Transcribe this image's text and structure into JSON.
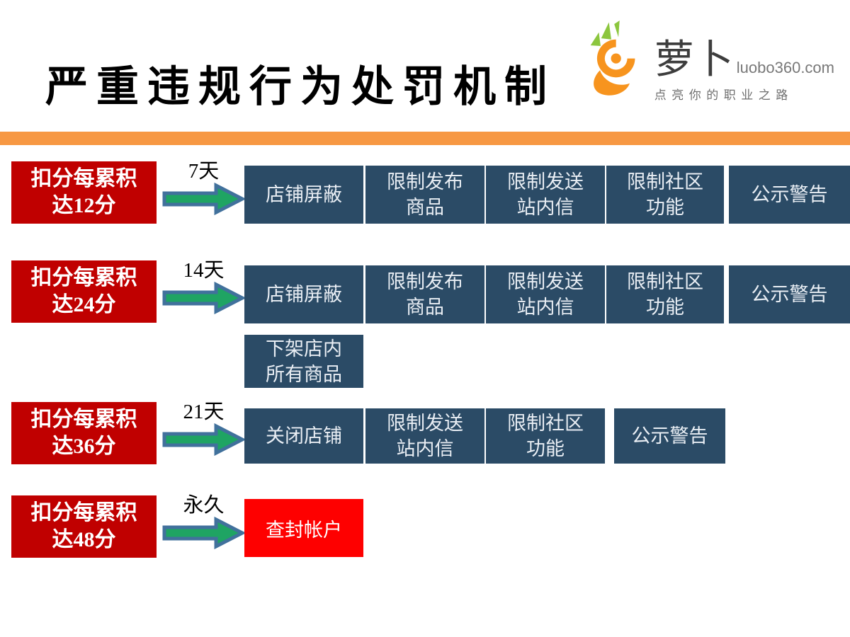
{
  "title": "严重违规行为处罚机制",
  "logo": {
    "brand": "萝卜",
    "domain": "luobo360.com",
    "slogan": "点亮你的职业之路"
  },
  "colors": {
    "accent_orange": "#F79843",
    "trigger_red": "#C00000",
    "penalty_blue": "#2B4B66",
    "final_red": "#FE0000",
    "arrow_green": "#1FA463",
    "arrow_border": "#41719C",
    "logo_orange": "#F7941E",
    "logo_green": "#8CC63E"
  },
  "rows": [
    {
      "trigger_line1": "扣分每累积",
      "trigger_line2": "达12分",
      "duration": "7天",
      "penalties": [
        {
          "line1": "店铺屏蔽",
          "line2": ""
        },
        {
          "line1": "限制发布",
          "line2": "商品"
        },
        {
          "line1": "限制发送",
          "line2": "站内信"
        },
        {
          "line1": "限制社区",
          "line2": "功能"
        },
        {
          "line1": "公示警告",
          "line2": ""
        }
      ]
    },
    {
      "trigger_line1": "扣分每累积",
      "trigger_line2": "达24分",
      "duration": "14天",
      "penalties": [
        {
          "line1": "店铺屏蔽",
          "line2": ""
        },
        {
          "line1": "限制发布",
          "line2": "商品"
        },
        {
          "line1": "限制发送",
          "line2": "站内信"
        },
        {
          "line1": "限制社区",
          "line2": "功能"
        },
        {
          "line1": "公示警告",
          "line2": ""
        },
        {
          "line1": "下架店内",
          "line2": "所有商品"
        }
      ]
    },
    {
      "trigger_line1": "扣分每累积",
      "trigger_line2": "达36分",
      "duration": "21天",
      "penalties": [
        {
          "line1": "关闭店铺",
          "line2": ""
        },
        {
          "line1": "限制发送",
          "line2": "站内信"
        },
        {
          "line1": "限制社区",
          "line2": "功能"
        },
        {
          "line1": "公示警告",
          "line2": ""
        }
      ]
    },
    {
      "trigger_line1": "扣分每累积",
      "trigger_line2": "达48分",
      "duration": "永久",
      "penalties": [
        {
          "line1": "查封帐户",
          "line2": ""
        }
      ]
    }
  ]
}
